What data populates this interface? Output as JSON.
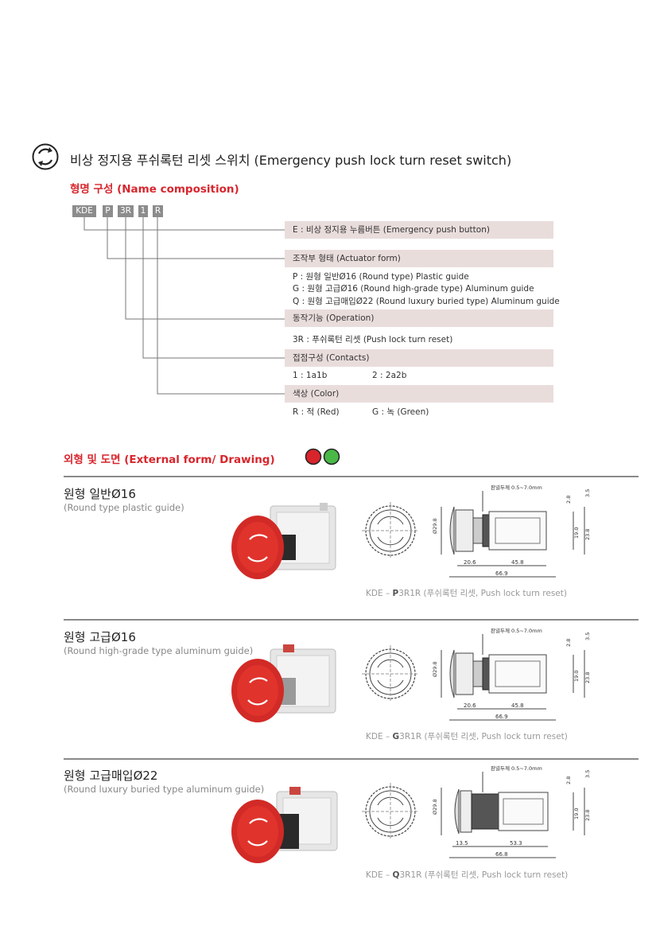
{
  "header": {
    "title": "비상 정지용 푸쉬록턴 리셋 스위치 (Emergency push lock turn reset switch)",
    "icon": "rotate-arrows-icon"
  },
  "name_composition": {
    "heading": "형명 구성 (Name composition)",
    "code_parts": [
      "KDE",
      "P",
      "3R",
      "1",
      "R"
    ],
    "groups": [
      {
        "label": "E : 비상 정지용 누름버튼 (Emergency push button)",
        "options": []
      },
      {
        "label": "조작부 형태 (Actuator form)",
        "options": [
          "P : 원형 일반Ø16 (Round type) Plastic guide",
          "G : 원형 고급Ø16 (Round high-grade type) Aluminum guide",
          "Q : 원형 고급매입Ø22 (Round luxury buried type) Aluminum guide"
        ]
      },
      {
        "label": "동작기능 (Operation)",
        "options": [
          "3R : 푸쉬록턴 리셋 (Push lock turn reset)"
        ]
      },
      {
        "label": "접점구성 (Contacts)",
        "options": [
          "1 : 1a1b",
          "2 : 2a2b"
        ]
      },
      {
        "label": "색상 (Color)",
        "options": [
          "R : 적 (Red)",
          "G : 녹 (Green)"
        ]
      }
    ]
  },
  "external": {
    "heading": "외형 및 도면 (External form/ Drawing)",
    "swatches": [
      "#d8242b",
      "#49b847"
    ]
  },
  "products": [
    {
      "title": "원형 일반Ø16",
      "subtitle": "(Round type plastic guide)",
      "caption_prefix": "KDE – ",
      "caption_code": "P",
      "caption_rest": "3R1R (푸쉬록턴 리셋, Push lock turn reset)",
      "dims": {
        "panel": "판넬두께 0.5~7.0mm",
        "dia": "Ø29.8",
        "a": "20.6",
        "b": "45.8",
        "total": "66.9",
        "h1": "2.8",
        "h2": "3.5",
        "h3": "19.0",
        "h4": "23.8"
      }
    },
    {
      "title": "원형 고급Ø16",
      "subtitle": "(Round high-grade type aluminum guide)",
      "caption_prefix": "KDE – ",
      "caption_code": "G",
      "caption_rest": "3R1R (푸쉬록턴 리셋, Push lock turn reset)",
      "dims": {
        "panel": "판넬두께 0.5~7.0mm",
        "dia": "Ø29.8",
        "a": "20.6",
        "b": "45.8",
        "total": "66.9",
        "h1": "2.8",
        "h2": "3.5",
        "h3": "19.0",
        "h4": "23.8"
      }
    },
    {
      "title": "원형 고급매입Ø22",
      "subtitle": "(Round luxury buried type aluminum guide)",
      "caption_prefix": "KDE – ",
      "caption_code": "Q",
      "caption_rest": "3R1R (푸쉬록턴 리셋, Push lock turn reset)",
      "dims": {
        "panel": "판넬두께 0.5~7.0mm",
        "dia": "Ø29.8",
        "a": "13.5",
        "b": "53.3",
        "total": "66.8",
        "h1": "2.8",
        "h2": "3.5",
        "h3": "19.0",
        "h4": "23.8"
      }
    }
  ]
}
